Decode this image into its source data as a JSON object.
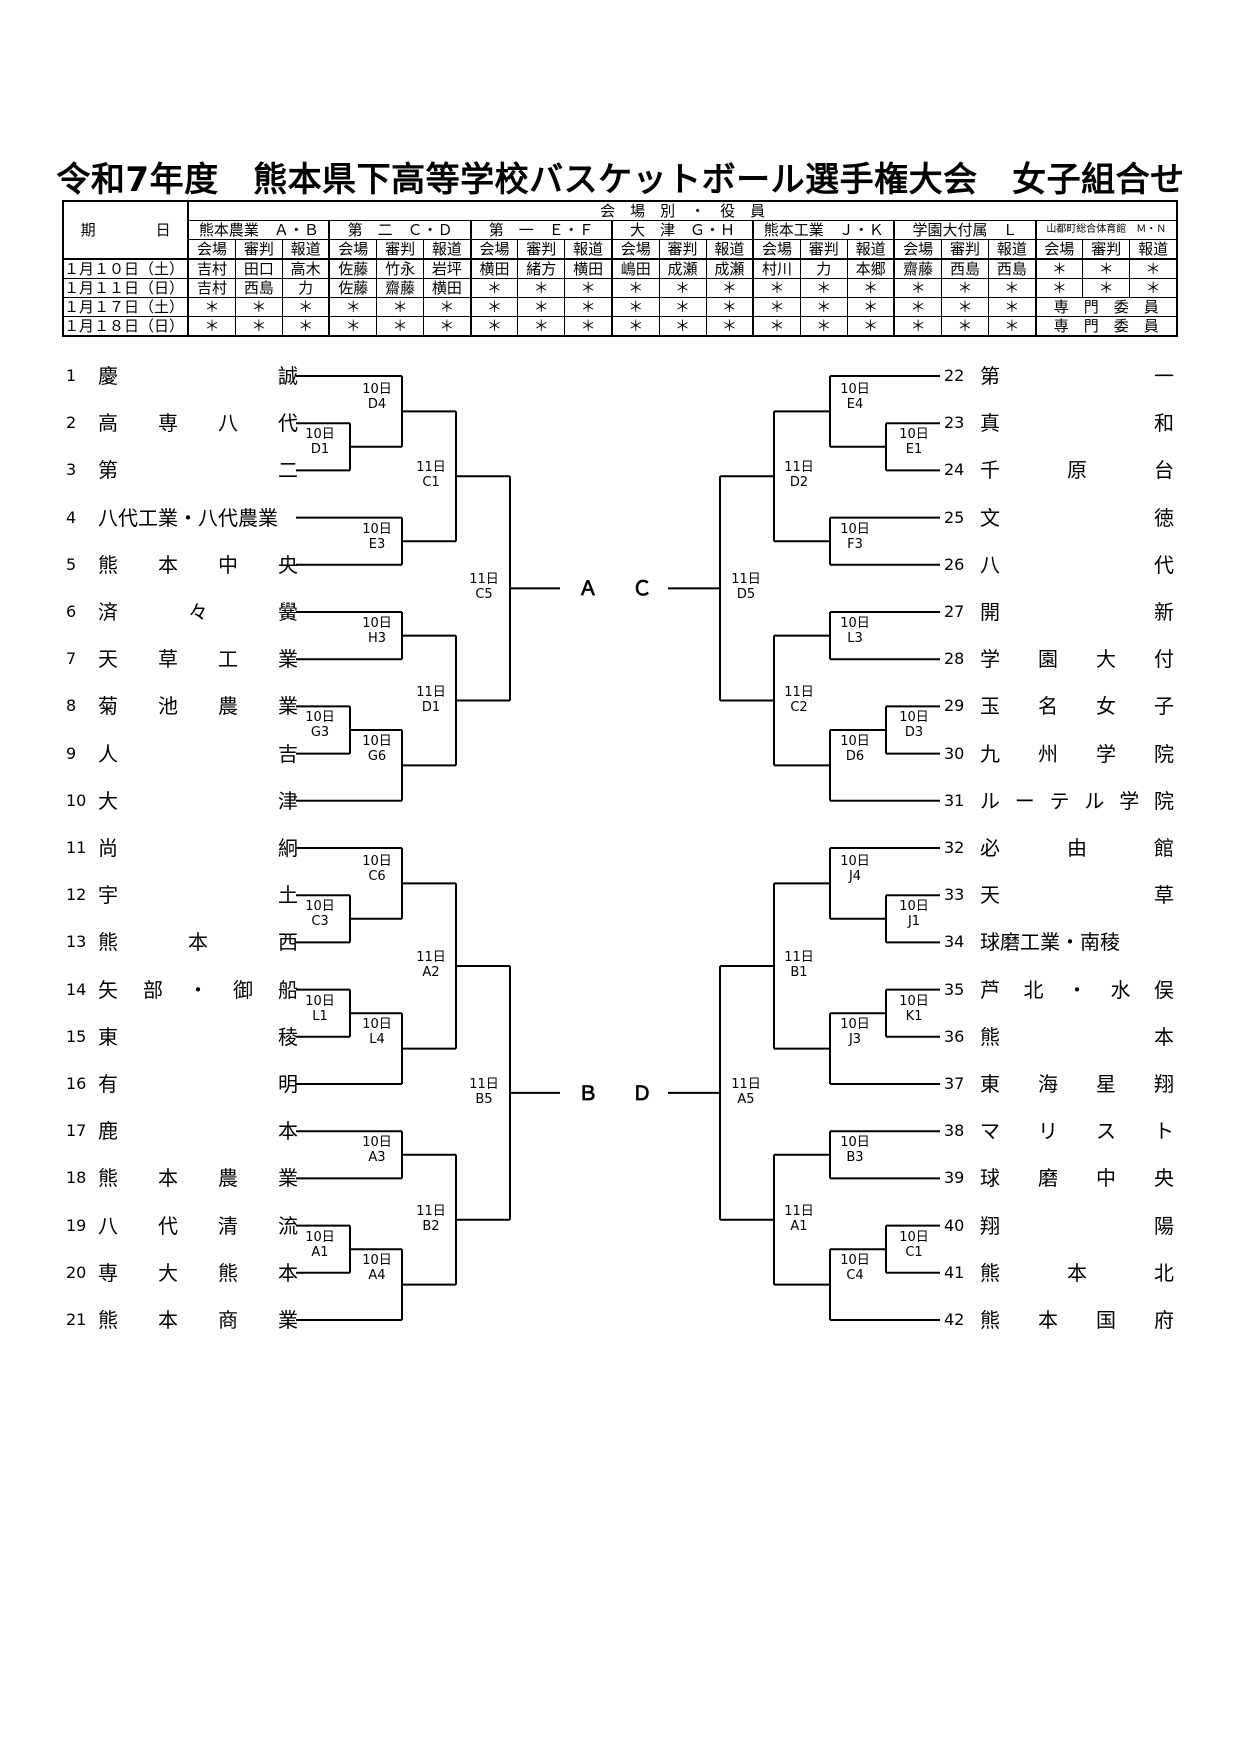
{
  "title": "令和7年度　熊本県下高等学校バスケットボール選手権大会　女子組合せ",
  "schedule": {
    "period_label": "期　　　　日",
    "group_label": "会　場　別　・　役　員",
    "venues": [
      "熊本農業　Ａ・Ｂ",
      "第　二　Ｃ・Ｄ",
      "第　一　Ｅ・Ｆ",
      "大　津　Ｇ・Ｈ",
      "熊本工業　Ｊ・Ｋ",
      "学園大付属　Ｌ",
      "山都町総合体育館　Ｍ・Ｎ"
    ],
    "roles": [
      "会場",
      "審判",
      "報道"
    ],
    "rows": [
      {
        "date": "１月１０日（土）",
        "cells": [
          "吉村",
          "田口",
          "高木",
          "佐藤",
          "竹永",
          "岩坪",
          "横田",
          "緒方",
          "横田",
          "嶋田",
          "成瀬",
          "成瀬",
          "村川",
          "力",
          "本郷",
          "齋藤",
          "西島",
          "西島",
          "＊",
          "＊",
          "＊"
        ]
      },
      {
        "date": "１月１１日（日）",
        "cells": [
          "吉村",
          "西島",
          "力",
          "佐藤",
          "齋藤",
          "横田",
          "＊",
          "＊",
          "＊",
          "＊",
          "＊",
          "＊",
          "＊",
          "＊",
          "＊",
          "＊",
          "＊",
          "＊",
          "＊",
          "＊",
          "＊"
        ]
      },
      {
        "date": "１月１７日（土）",
        "cells": [
          "＊",
          "＊",
          "＊",
          "＊",
          "＊",
          "＊",
          "＊",
          "＊",
          "＊",
          "＊",
          "＊",
          "＊",
          "＊",
          "＊",
          "＊",
          "＊",
          "＊",
          "＊"
        ],
        "tail": "専　門　委　員"
      },
      {
        "date": "１月１８日（日）",
        "cells": [
          "＊",
          "＊",
          "＊",
          "＊",
          "＊",
          "＊",
          "＊",
          "＊",
          "＊",
          "＊",
          "＊",
          "＊",
          "＊",
          "＊",
          "＊",
          "＊",
          "＊",
          "＊"
        ],
        "tail": "専　門　委　員"
      }
    ]
  },
  "teams_left": [
    {
      "no": "1",
      "name": "慶　　　　　　誠"
    },
    {
      "no": "2",
      "name": "高　専　八　代"
    },
    {
      "no": "3",
      "name": "第　　　　　　二"
    },
    {
      "no": "4",
      "name": "八代工業・八代農業"
    },
    {
      "no": "5",
      "name": "熊　本　中　央"
    },
    {
      "no": "6",
      "name": "済　　々　　黌"
    },
    {
      "no": "7",
      "name": "天　草　工　業"
    },
    {
      "no": "8",
      "name": "菊　池　農　業"
    },
    {
      "no": "9",
      "name": "人　　　　　　吉"
    },
    {
      "no": "10",
      "name": "大　　　　　　津"
    },
    {
      "no": "11",
      "name": "尚　　　　　　絅"
    },
    {
      "no": "12",
      "name": "宇　　　　　　土"
    },
    {
      "no": "13",
      "name": "熊　　本　　西"
    },
    {
      "no": "14",
      "name": "矢　部　・　御　船"
    },
    {
      "no": "15",
      "name": "東　　　　　　稜"
    },
    {
      "no": "16",
      "name": "有　　　　　　明"
    },
    {
      "no": "17",
      "name": "鹿　　　　　　本"
    },
    {
      "no": "18",
      "name": "熊　本　農　業"
    },
    {
      "no": "19",
      "name": "八　代　清　流"
    },
    {
      "no": "20",
      "name": "専　大　熊　本"
    },
    {
      "no": "21",
      "name": "熊　本　商　業"
    }
  ],
  "teams_right": [
    {
      "no": "22",
      "name": "第　　　　　　一"
    },
    {
      "no": "23",
      "name": "真　　　　　　和"
    },
    {
      "no": "24",
      "name": "千　　原　　台"
    },
    {
      "no": "25",
      "name": "文　　　　　　徳"
    },
    {
      "no": "26",
      "name": "八　　　　　　代"
    },
    {
      "no": "27",
      "name": "開　　　　　　新"
    },
    {
      "no": "28",
      "name": "学　園　大　付"
    },
    {
      "no": "29",
      "name": "玉　名　女　子"
    },
    {
      "no": "30",
      "name": "九　州　学　院"
    },
    {
      "no": "31",
      "name": "ル　ー　テ　ル　学　院"
    },
    {
      "no": "32",
      "name": "必　　由　　館"
    },
    {
      "no": "33",
      "name": "天　　　　　　草"
    },
    {
      "no": "34",
      "name": "球磨工業・南稜"
    },
    {
      "no": "35",
      "name": "芦　北　・　水　俣"
    },
    {
      "no": "36",
      "name": "熊　　　　　　本"
    },
    {
      "no": "37",
      "name": "東　海　星　翔"
    },
    {
      "no": "38",
      "name": "マ　リ　ス　ト"
    },
    {
      "no": "39",
      "name": "球　磨　中　央"
    },
    {
      "no": "40",
      "name": "翔　　　　　　陽"
    },
    {
      "no": "41",
      "name": "熊　　本　　北"
    },
    {
      "no": "42",
      "name": "熊　本　国　府"
    }
  ],
  "matches": {
    "D4": {
      "day": "10日",
      "code": "D4"
    },
    "D1a": {
      "day": "10日",
      "code": "D1"
    },
    "C1": {
      "day": "11日",
      "code": "C1"
    },
    "E3": {
      "day": "10日",
      "code": "E3"
    },
    "C5": {
      "day": "11日",
      "code": "C5"
    },
    "H3": {
      "day": "10日",
      "code": "H3"
    },
    "D1": {
      "day": "11日",
      "code": "D1"
    },
    "G3": {
      "day": "10日",
      "code": "G3"
    },
    "G6": {
      "day": "10日",
      "code": "G6"
    },
    "C6": {
      "day": "10日",
      "code": "C6"
    },
    "C3": {
      "day": "10日",
      "code": "C3"
    },
    "A2": {
      "day": "11日",
      "code": "A2"
    },
    "L1": {
      "day": "10日",
      "code": "L1"
    },
    "L4": {
      "day": "10日",
      "code": "L4"
    },
    "B5": {
      "day": "11日",
      "code": "B5"
    },
    "A3": {
      "day": "10日",
      "code": "A3"
    },
    "B2": {
      "day": "11日",
      "code": "B2"
    },
    "A1a": {
      "day": "10日",
      "code": "A1"
    },
    "A4": {
      "day": "10日",
      "code": "A4"
    },
    "E4": {
      "day": "10日",
      "code": "E4"
    },
    "E1": {
      "day": "10日",
      "code": "E1"
    },
    "D2": {
      "day": "11日",
      "code": "D2"
    },
    "F3": {
      "day": "10日",
      "code": "F3"
    },
    "D5": {
      "day": "11日",
      "code": "D5"
    },
    "L3": {
      "day": "10日",
      "code": "L3"
    },
    "C2": {
      "day": "11日",
      "code": "C2"
    },
    "D3": {
      "day": "10日",
      "code": "D3"
    },
    "D6": {
      "day": "10日",
      "code": "D6"
    },
    "J4": {
      "day": "10日",
      "code": "J4"
    },
    "J1": {
      "day": "10日",
      "code": "J1"
    },
    "B1": {
      "day": "11日",
      "code": "B1"
    },
    "K1": {
      "day": "10日",
      "code": "K1"
    },
    "J3": {
      "day": "10日",
      "code": "J3"
    },
    "A5": {
      "day": "11日",
      "code": "A5"
    },
    "B3": {
      "day": "10日",
      "code": "B3"
    },
    "A1": {
      "day": "11日",
      "code": "A1"
    },
    "C1a": {
      "day": "10日",
      "code": "C1"
    },
    "C4": {
      "day": "10日",
      "code": "C4"
    }
  },
  "finals": {
    "top_left": "Ａ",
    "top_right": "Ｃ",
    "bottom_left": "Ｂ",
    "bottom_right": "Ｄ"
  }
}
